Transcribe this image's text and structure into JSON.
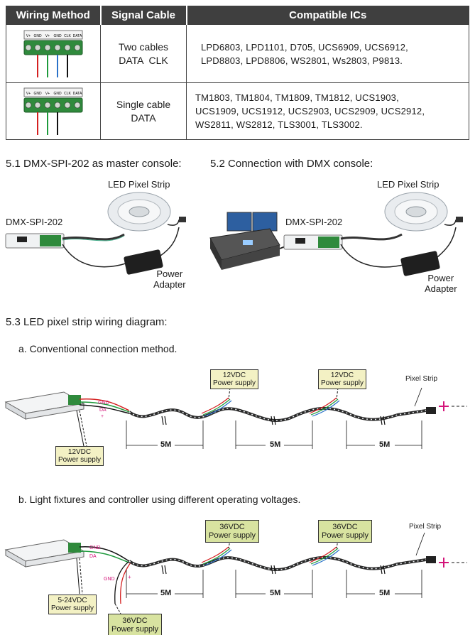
{
  "table": {
    "headers": [
      "Wiring Method",
      "Signal Cable",
      "Compatible ICs"
    ],
    "rows": [
      {
        "pins": [
          "V+",
          "GND",
          "V+",
          "GND",
          "CLK",
          "DATA"
        ],
        "signal_lines": [
          "Two cables",
          "DATA  CLK"
        ],
        "ic_lines": [
          "LPD6803, LPD1101, D705, UCS6909, UCS6912,",
          "LPD8803, LPD8806, WS2801, Ws2803, P9813."
        ]
      },
      {
        "pins": [
          "V+",
          "GND",
          "V+",
          "GND",
          "CLK",
          "DATA"
        ],
        "signal_lines": [
          "Single cable",
          "DATA"
        ],
        "ic_lines": [
          "TM1803, TM1804, TM1809, TM1812, UCS1903,",
          "UCS1909, UCS1912, UCS2903, UCS2909, UCS2912,",
          "WS2811, WS2812, TLS3001, TLS3002."
        ]
      }
    ]
  },
  "sec51": {
    "heading": "5.1 DMX-SPI-202 as master console:",
    "strip_label": "LED Pixel Strip",
    "device_label": "DMX-SPI-202",
    "adapter_line1": "Power",
    "adapter_line2": "Adapter"
  },
  "sec52": {
    "heading": "5.2 Connection with DMX console:",
    "strip_label": "LED Pixel Strip",
    "device_label": "DMX-SPI-202",
    "adapter_line1": "Power",
    "adapter_line2": "Adapter"
  },
  "sec53": {
    "heading": "5.3 LED pixel strip wiring diagram:",
    "a": {
      "title": "a.  Conventional connection method.",
      "wire_gnd": "GND",
      "wire_da": "DA",
      "wire_plus": "+",
      "supplies": [
        {
          "line1": "12VDC",
          "line2": "Power supply"
        },
        {
          "line1": "12VDC",
          "line2": "Power supply"
        },
        {
          "line1": "12VDC",
          "line2": "Power supply"
        }
      ],
      "pixel_strip": "Pixel Strip",
      "dims": [
        "5M",
        "5M",
        "5M"
      ]
    },
    "b": {
      "title": "b.  Light fixtures and controller using different operating voltages.",
      "wire_gnd": "GND",
      "wire_da": "DA",
      "wire_gnd2": "GND",
      "wire_plus": "+",
      "supplies_top": [
        {
          "line1": "36VDC",
          "line2": "Power supply"
        },
        {
          "line1": "36VDC",
          "line2": "Power supply"
        }
      ],
      "supply_controller": {
        "line1": "5-24VDC",
        "line2": "Power supply"
      },
      "supply_strip": {
        "line1": "36VDC",
        "line2": "Power supply"
      },
      "pixel_strip": "Pixel Strip",
      "dims": [
        "5M",
        "5M",
        "5M"
      ]
    }
  },
  "colors": {
    "header_bg": "#3f3f3f",
    "terminal_green": "#2f8a3c",
    "wire_red": "#d42020",
    "wire_green": "#1e9a3c",
    "wire_blue": "#2a72c8",
    "wire_black": "#111111",
    "label_magenta": "#d4147a",
    "supply_fill": "#f3f1c4",
    "supply_fill_b": "#d8e3a0"
  }
}
